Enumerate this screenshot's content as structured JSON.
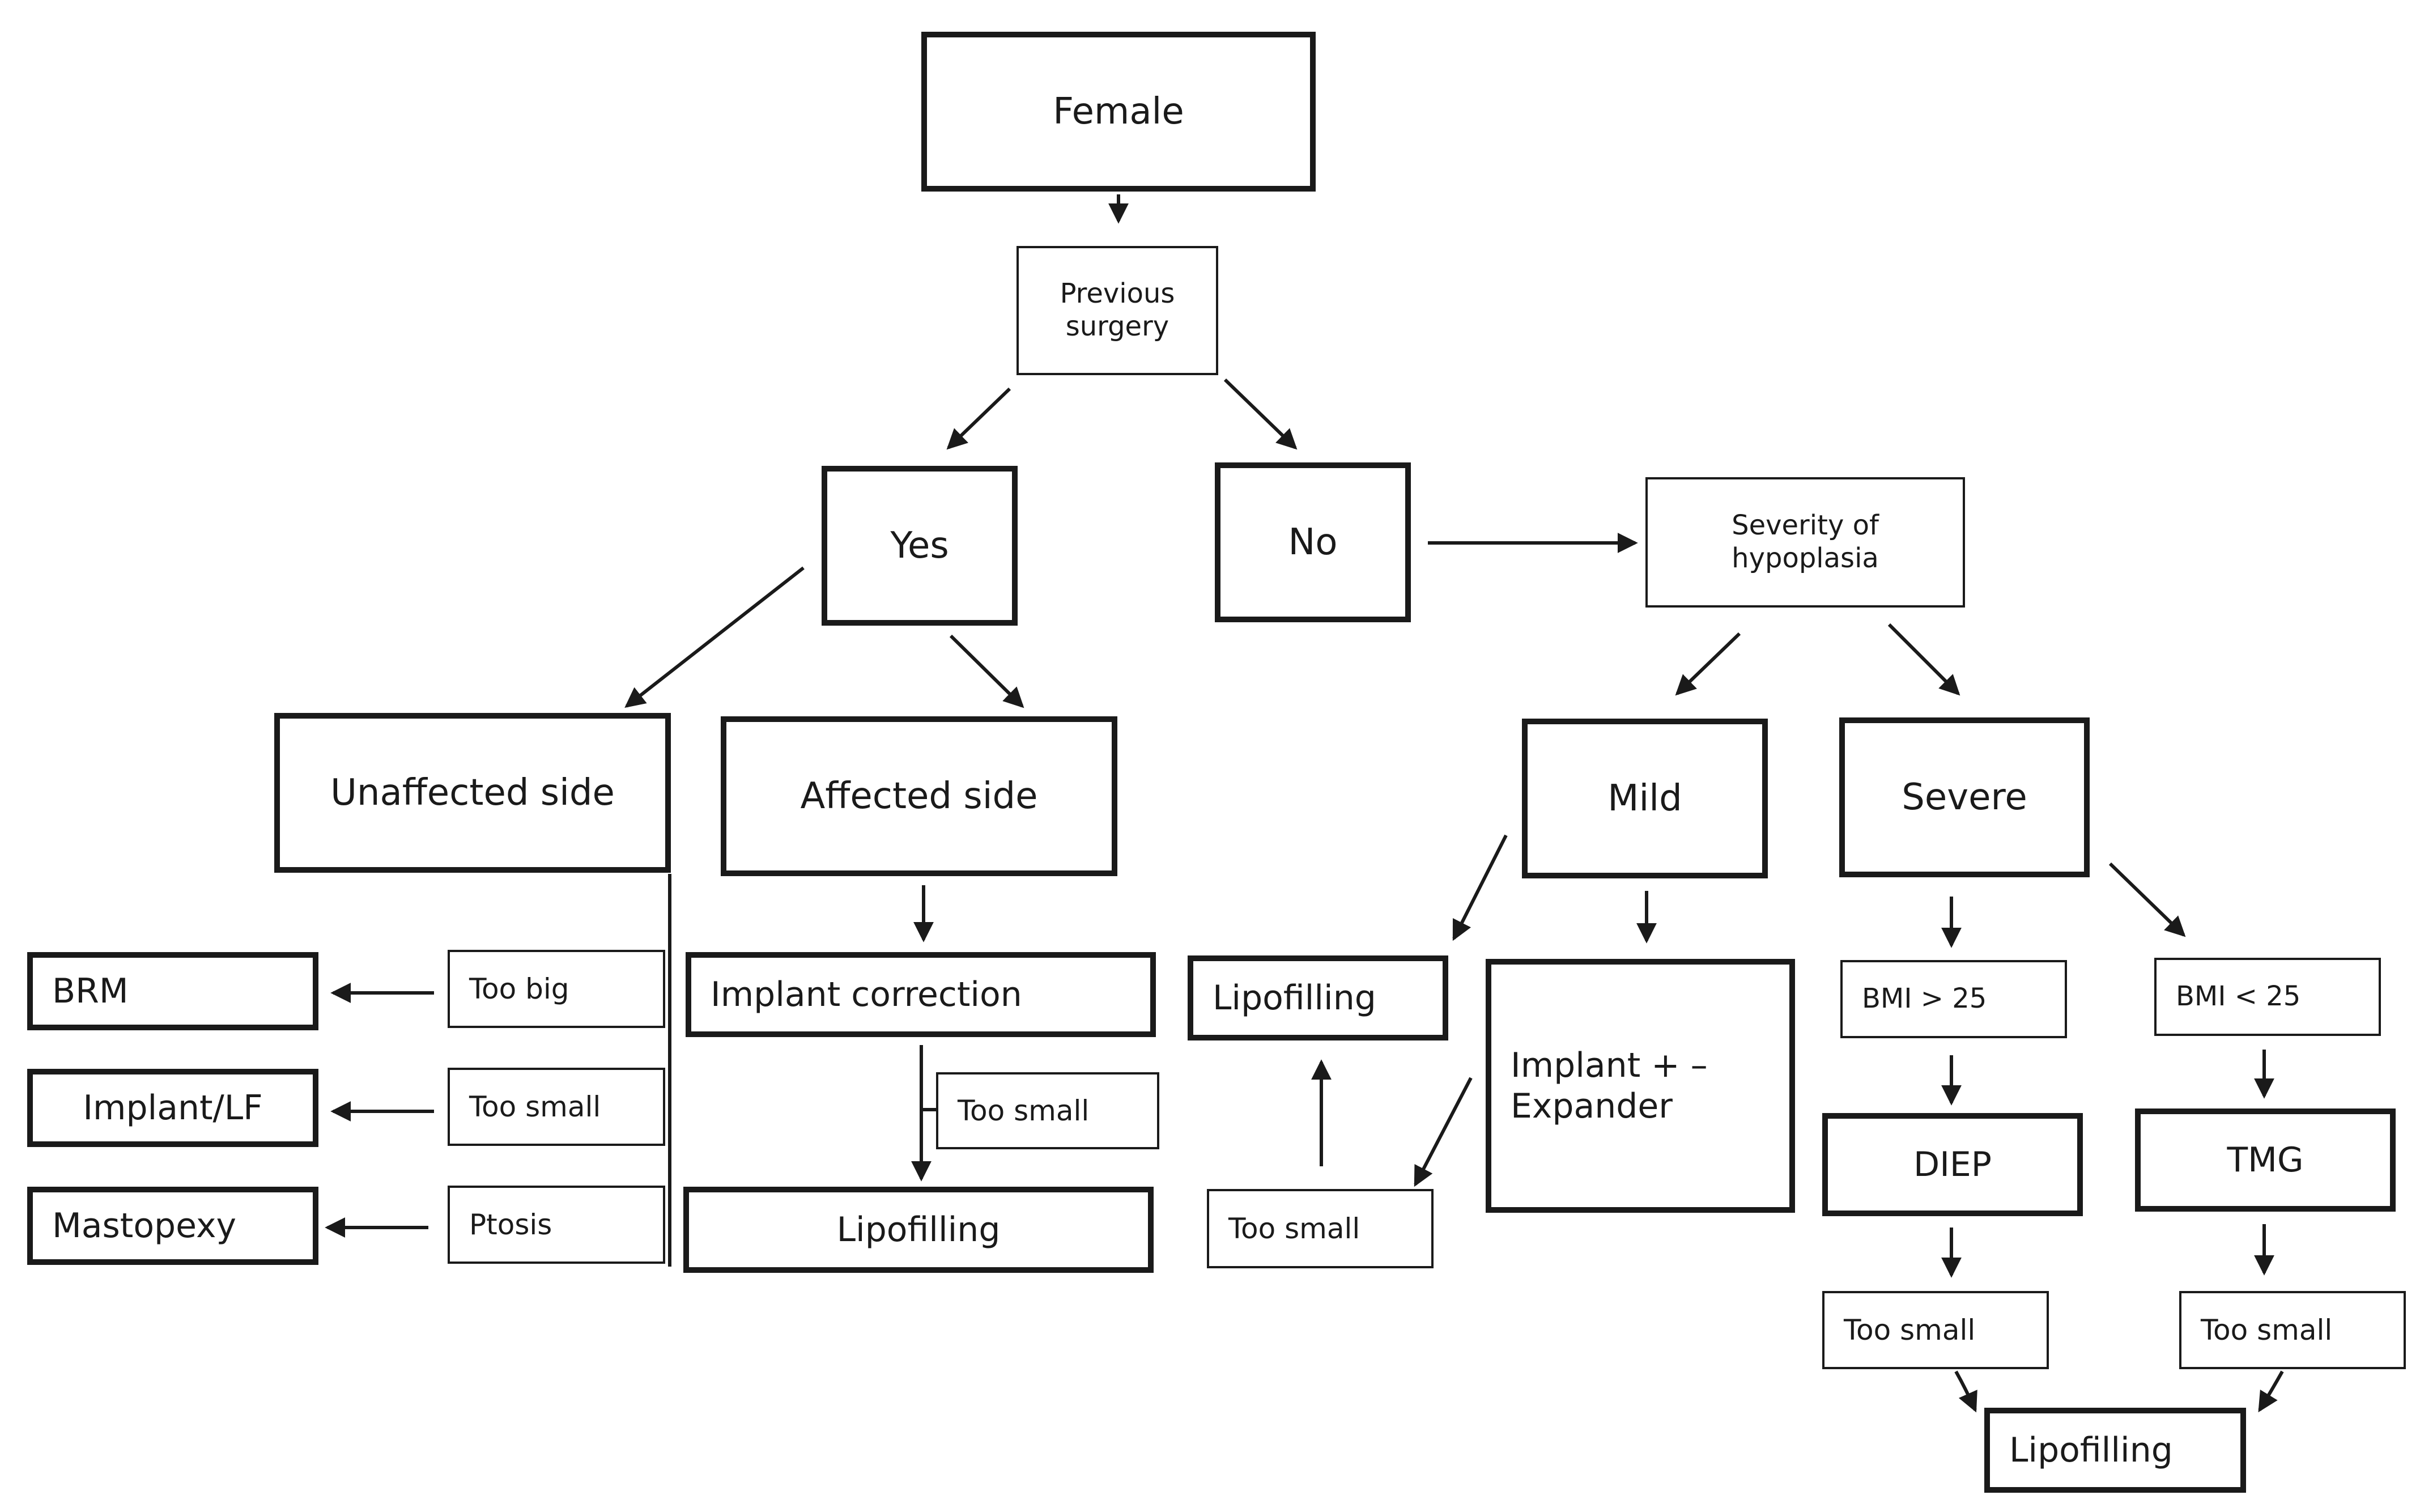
{
  "colors": {
    "stroke": "#1a1a1a",
    "background": "#ffffff"
  },
  "nodes": {
    "female": "Female",
    "previous_surgery": "Previous\nsurgery",
    "yes": "Yes",
    "no": "No",
    "severity": "Severity of\nhypoplasia",
    "unaffected_side": "Unaffected side",
    "affected_side": "Affected side",
    "mild": "Mild",
    "severe": "Severe",
    "brm": "BRM",
    "implant_lf": "Implant/LF",
    "mastopexy": "Mastopexy",
    "too_big": "Too big",
    "too_small_unaffected": "Too small",
    "ptosis": "Ptosis",
    "implant_correction": "Implant correction",
    "too_small_affected": "Too small",
    "lipofilling_affected": "Lipofilling",
    "lipofilling_mild": "Lipofilling",
    "implant_expander": "Implant + –\nExpander",
    "too_small_mild": "Too small",
    "bmi_gt_25": "BMI > 25",
    "bmi_lt_25": "BMI < 25",
    "diep": "DIEP",
    "tmg": "TMG",
    "too_small_diep": "Too small",
    "too_small_tmg": "Too small",
    "lipofilling_final": "Lipofilling"
  }
}
